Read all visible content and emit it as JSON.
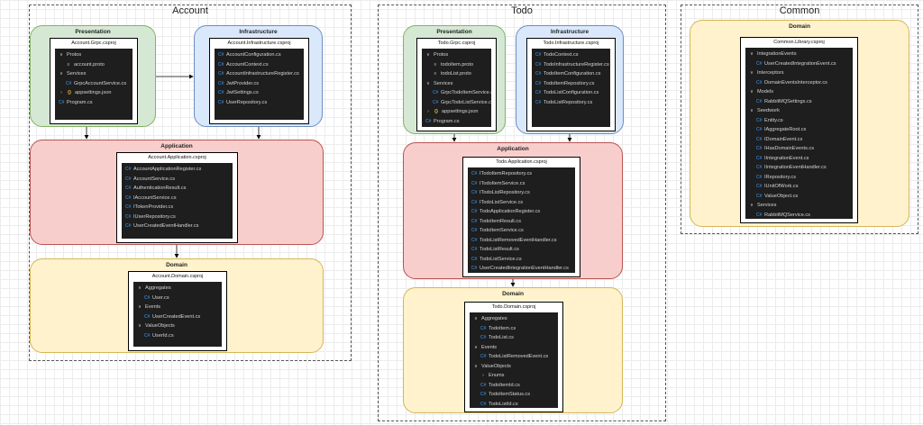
{
  "groups": {
    "account": {
      "title": "Account",
      "presentation": {
        "title": "Presentation",
        "project": "Account.Grpc.csproj",
        "items": [
          {
            "label": "Protos",
            "type": "folder-open",
            "indent": 0
          },
          {
            "label": "account.proto",
            "type": "proto",
            "indent": 1
          },
          {
            "label": "Services",
            "type": "folder-open",
            "indent": 0
          },
          {
            "label": "GrpcAccountService.cs",
            "type": "cs",
            "indent": 1
          },
          {
            "label": "appsettings.json",
            "type": "json-collapsed",
            "indent": 0
          },
          {
            "label": "Program.cs",
            "type": "cs",
            "indent": 0
          }
        ]
      },
      "infrastructure": {
        "title": "Infrastructure",
        "project": "Account.Infrastructure.csproj",
        "items": [
          {
            "label": "AccountConfiguration.cs",
            "type": "cs",
            "indent": 0
          },
          {
            "label": "AccountContext.cs",
            "type": "cs",
            "indent": 0
          },
          {
            "label": "AccountInfrastructureRegister.cs",
            "type": "cs",
            "indent": 0
          },
          {
            "label": "JwtProvider.cs",
            "type": "cs",
            "indent": 0
          },
          {
            "label": "JwtSettings.cs",
            "type": "cs",
            "indent": 0
          },
          {
            "label": "UserRepository.cs",
            "type": "cs",
            "indent": 0
          }
        ]
      },
      "application": {
        "title": "Application",
        "project": "Account.Application.csproj",
        "items": [
          {
            "label": "AccountApplicationRegister.cs",
            "type": "cs",
            "indent": 0
          },
          {
            "label": "AccountService.cs",
            "type": "cs",
            "indent": 0
          },
          {
            "label": "AuthenticationResult.cs",
            "type": "cs",
            "indent": 0
          },
          {
            "label": "IAccountService.cs",
            "type": "cs",
            "indent": 0
          },
          {
            "label": "ITokenProvider.cs",
            "type": "cs",
            "indent": 0
          },
          {
            "label": "IUserRepository.cs",
            "type": "cs",
            "indent": 0
          },
          {
            "label": "UserCreatedEventHandler.cs",
            "type": "cs",
            "indent": 0
          }
        ]
      },
      "domain": {
        "title": "Domain",
        "project": "Account.Domain.csproj",
        "items": [
          {
            "label": "Aggregates",
            "type": "folder-open",
            "indent": 0
          },
          {
            "label": "User.cs",
            "type": "cs",
            "indent": 1
          },
          {
            "label": "Events",
            "type": "folder-open",
            "indent": 0
          },
          {
            "label": "UserCreatedEvent.cs",
            "type": "cs",
            "indent": 1
          },
          {
            "label": "ValueObjects",
            "type": "folder-open",
            "indent": 0
          },
          {
            "label": "UserId.cs",
            "type": "cs",
            "indent": 1
          }
        ]
      }
    },
    "todo": {
      "title": "Todo",
      "presentation": {
        "title": "Presentation",
        "project": "Todo.Grpc.csproj",
        "items": [
          {
            "label": "Protos",
            "type": "folder-open",
            "indent": 0
          },
          {
            "label": "todoItem.proto",
            "type": "proto",
            "indent": 1
          },
          {
            "label": "todoList.proto",
            "type": "proto",
            "indent": 1
          },
          {
            "label": "Services",
            "type": "folder-open",
            "indent": 0
          },
          {
            "label": "GrpcTodoItemService.cs",
            "type": "cs",
            "indent": 1
          },
          {
            "label": "GrpcTodoListService.cs",
            "type": "cs",
            "indent": 1
          },
          {
            "label": "appsettings.json",
            "type": "json-collapsed",
            "indent": 0
          },
          {
            "label": "Program.cs",
            "type": "cs",
            "indent": 0
          }
        ]
      },
      "infrastructure": {
        "title": "Infrastructure",
        "project": "Todo.Infrastructure.csproj",
        "items": [
          {
            "label": "TodoContext.cs",
            "type": "cs",
            "indent": 0
          },
          {
            "label": "TodoInfrastructureRegister.cs",
            "type": "cs",
            "indent": 0
          },
          {
            "label": "TodoItemConfiguration.cs",
            "type": "cs",
            "indent": 0
          },
          {
            "label": "TodoItemRepository.cs",
            "type": "cs",
            "indent": 0
          },
          {
            "label": "TodoListConfiguration.cs",
            "type": "cs",
            "indent": 0
          },
          {
            "label": "TodoListRepository.cs",
            "type": "cs",
            "indent": 0
          }
        ]
      },
      "application": {
        "title": "Application",
        "project": "Todo.Application.csproj",
        "items": [
          {
            "label": "ITodoItemRepository.cs",
            "type": "cs",
            "indent": 0
          },
          {
            "label": "ITodoItemService.cs",
            "type": "cs",
            "indent": 0
          },
          {
            "label": "ITodoListRepository.cs",
            "type": "cs",
            "indent": 0
          },
          {
            "label": "ITodoListService.cs",
            "type": "cs",
            "indent": 0
          },
          {
            "label": "TodoApplicationRegister.cs",
            "type": "cs",
            "indent": 0
          },
          {
            "label": "TodoItemResult.cs",
            "type": "cs",
            "indent": 0
          },
          {
            "label": "TodoItemService.cs",
            "type": "cs",
            "indent": 0
          },
          {
            "label": "TodoListRemovedEventHandler.cs",
            "type": "cs",
            "indent": 0
          },
          {
            "label": "TodoListResult.cs",
            "type": "cs",
            "indent": 0
          },
          {
            "label": "TodoListService.cs",
            "type": "cs",
            "indent": 0
          },
          {
            "label": "UserCreatedIntegrationEventHandler.cs",
            "type": "cs",
            "indent": 0
          }
        ]
      },
      "domain": {
        "title": "Domain",
        "project": "Todo.Domain.csproj",
        "items": [
          {
            "label": "Aggregates",
            "type": "folder-open",
            "indent": 0
          },
          {
            "label": "TodoItem.cs",
            "type": "cs",
            "indent": 1
          },
          {
            "label": "TodoList.cs",
            "type": "cs",
            "indent": 1
          },
          {
            "label": "Events",
            "type": "folder-open",
            "indent": 0
          },
          {
            "label": "TodoListRemovedEvent.cs",
            "type": "cs",
            "indent": 1
          },
          {
            "label": "ValueObjects",
            "type": "folder-open",
            "indent": 0
          },
          {
            "label": "Enums",
            "type": "folder-collapsed",
            "indent": 1
          },
          {
            "label": "TodoItemId.cs",
            "type": "cs",
            "indent": 1
          },
          {
            "label": "TodoItemStatus.cs",
            "type": "cs",
            "indent": 1
          },
          {
            "label": "TodoListId.cs",
            "type": "cs",
            "indent": 1
          }
        ]
      }
    },
    "common": {
      "title": "Common",
      "domain": {
        "title": "Domain",
        "project": "Common.Library.csproj",
        "items": [
          {
            "label": "IntegrationEvents",
            "type": "folder-open",
            "indent": 0
          },
          {
            "label": "UserCreatedIntegrationEvent.cs",
            "type": "cs",
            "indent": 1
          },
          {
            "label": "Interceptors",
            "type": "folder-open",
            "indent": 0
          },
          {
            "label": "DomainEventsInterceptor.cs",
            "type": "cs",
            "indent": 1
          },
          {
            "label": "Models",
            "type": "folder-open",
            "indent": 0
          },
          {
            "label": "RabbitMQSettings.cs",
            "type": "cs",
            "indent": 1
          },
          {
            "label": "Seedwork",
            "type": "folder-open",
            "indent": 0
          },
          {
            "label": "Entity.cs",
            "type": "cs",
            "indent": 1
          },
          {
            "label": "IAggregateRoot.cs",
            "type": "cs",
            "indent": 1
          },
          {
            "label": "IDomainEvent.cs",
            "type": "cs",
            "indent": 1
          },
          {
            "label": "IHasDomainEvents.cs",
            "type": "cs",
            "indent": 1
          },
          {
            "label": "IIntegrationEvent.cs",
            "type": "cs",
            "indent": 1
          },
          {
            "label": "IIntegrationEventHandler.cs",
            "type": "cs",
            "indent": 1
          },
          {
            "label": "IRepository.cs",
            "type": "cs",
            "indent": 1
          },
          {
            "label": "IUnitOfWork.cs",
            "type": "cs",
            "indent": 1
          },
          {
            "label": "ValueObject.cs",
            "type": "cs",
            "indent": 1
          },
          {
            "label": "Services",
            "type": "folder-open",
            "indent": 0
          },
          {
            "label": "RabbitMQService.cs",
            "type": "cs",
            "indent": 1
          }
        ]
      }
    }
  },
  "colors": {
    "presentation": "#d5e8d4",
    "infrastructure": "#dae8fc",
    "application": "#f8cecc",
    "domain": "#fff2cc",
    "tree_bg": "#1e1e1e",
    "cs_icon": "#3b9cff"
  }
}
